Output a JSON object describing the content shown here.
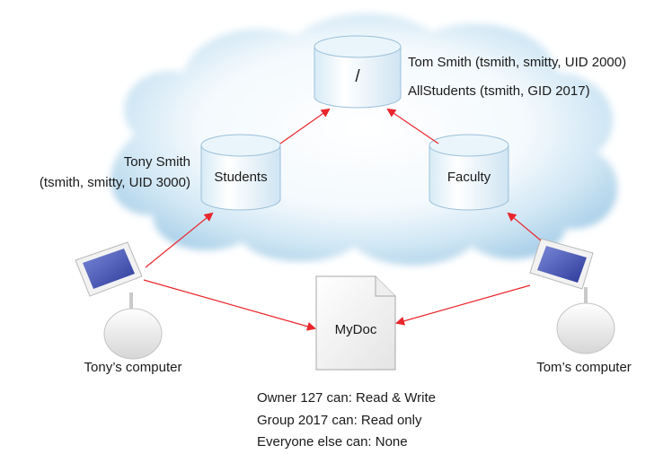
{
  "nodes": {
    "root": {
      "label": "/"
    },
    "students": {
      "label": "Students"
    },
    "faculty": {
      "label": "Faculty"
    }
  },
  "root_accounts": {
    "line1": "Tom Smith (tsmith, smitty, UID 2000)",
    "line2": "AllStudents (tsmith, GID 2017)"
  },
  "students_account": {
    "line1": "Tony Smith",
    "line2": "(tsmith, smitty, UID 3000)"
  },
  "document": {
    "label": "MyDoc"
  },
  "computers": {
    "left": "Tony’s computer",
    "right": "Tom’s computer"
  },
  "permissions": {
    "owner": "Owner 127 can: Read & Write",
    "group": "Group 2017 can: Read only",
    "everyone": "Everyone else can: None"
  },
  "colors": {
    "arrow": "#e8262c",
    "cloud": "#c5dff0",
    "cylinder_top": "#e6f3fa",
    "cylinder_edge": "#7fa9c6"
  }
}
